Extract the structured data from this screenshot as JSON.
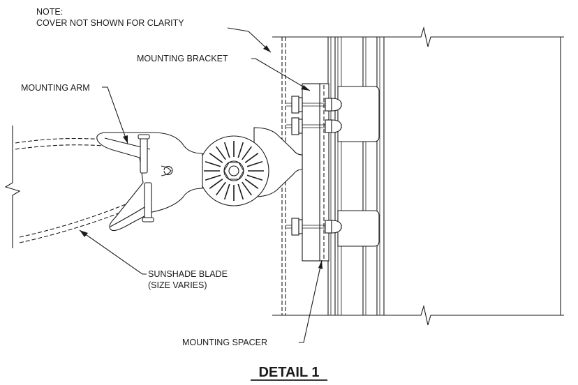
{
  "note": {
    "line1": "NOTE:",
    "line2": "COVER NOT SHOWN FOR CLARITY"
  },
  "labels": {
    "mounting_bracket": "MOUNTING BRACKET",
    "mounting_arm": "MOUNTING ARM",
    "sunshade_blade_line1": "SUNSHADE BLADE",
    "sunshade_blade_line2": "(SIZE VARIES)",
    "mounting_spacer": "MOUNTING SPACER"
  },
  "title": "DETAIL 1"
}
